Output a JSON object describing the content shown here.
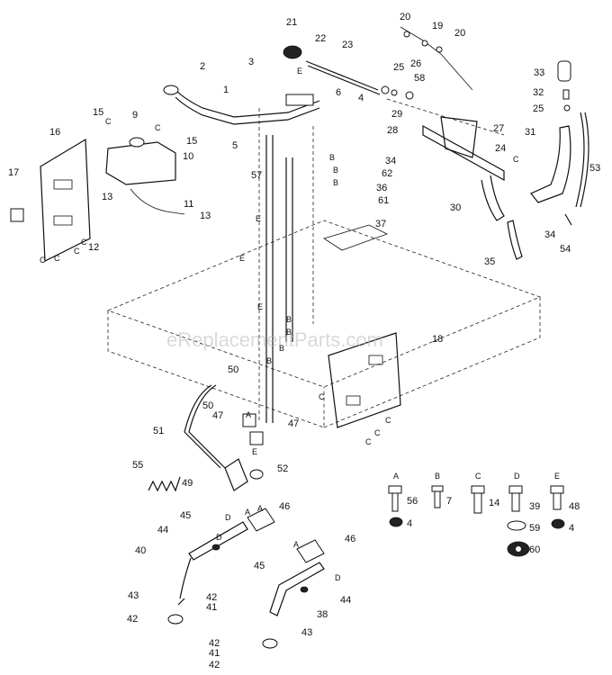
{
  "watermark": "eReplacementParts.com",
  "labels": [
    "21",
    "20",
    "19",
    "20",
    "22",
    "23",
    "2",
    "3",
    "1",
    "25",
    "26",
    "58",
    "33",
    "32",
    "25",
    "4",
    "6",
    "5",
    "29",
    "27",
    "28",
    "24",
    "31",
    "53",
    "15",
    "9",
    "16",
    "15",
    "10",
    "17",
    "13",
    "11",
    "13",
    "12",
    "57",
    "34",
    "62",
    "36",
    "61",
    "30",
    "37",
    "35",
    "34",
    "54",
    "18",
    "50",
    "50",
    "47",
    "51",
    "47",
    "55",
    "49",
    "52",
    "56",
    "7",
    "14",
    "39",
    "48",
    "4",
    "59",
    "4",
    "60",
    "45",
    "46",
    "44",
    "40",
    "46",
    "45",
    "44",
    "43",
    "42",
    "41",
    "42",
    "38",
    "43",
    "42",
    "41",
    "42"
  ],
  "letters": [
    "E",
    "B",
    "B",
    "B",
    "C",
    "C",
    "C",
    "C",
    "C",
    "C",
    "C",
    "E",
    "E",
    "E",
    "B",
    "B",
    "B",
    "B",
    "C",
    "C",
    "C",
    "C",
    "A",
    "E",
    "D",
    "A",
    "A",
    "D",
    "A",
    "D",
    "A",
    "B",
    "C",
    "D",
    "E"
  ]
}
